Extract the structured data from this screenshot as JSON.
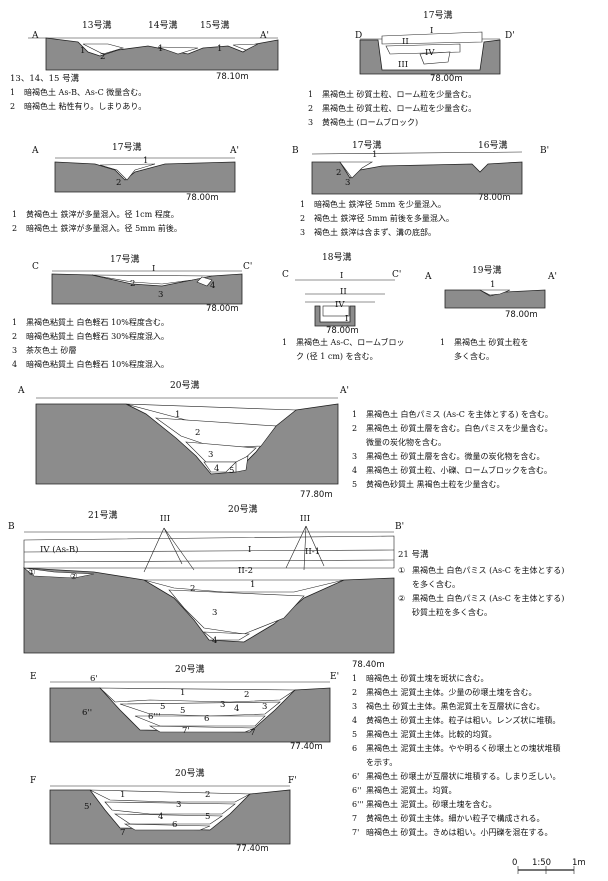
{
  "s1": {
    "labels": [
      "A",
      "13号溝",
      "14号溝",
      "15号溝",
      "A'"
    ],
    "title": "13、14、15 号溝",
    "elev": "78.10m",
    "layer_nums": [
      "1",
      "2",
      "1",
      "1"
    ],
    "legend": [
      {
        "n": "1",
        "t": "暗褐色土 As-B、As-C 微量含む。"
      },
      {
        "n": "2",
        "t": "暗褐色土 粘性有り。しまりあり。"
      }
    ]
  },
  "s2": {
    "title": "17号溝",
    "labels": [
      "D",
      "D'"
    ],
    "layer_nums": [
      "I",
      "II",
      "IV",
      "III"
    ],
    "elev": "78.00m",
    "legend": [
      {
        "n": "1",
        "t": "黒褐色土 砂質土粒、ローム粒を少量含む。"
      },
      {
        "n": "2",
        "t": "黒褐色土 砂質土粒、ローム粒を少量含む。"
      },
      {
        "n": "3",
        "t": "黄褐色土 (ロームブロック)"
      }
    ]
  },
  "s3": {
    "title": "17号溝",
    "labels": [
      "A",
      "A'"
    ],
    "layer_nums": [
      "1",
      "2"
    ],
    "elev": "78.00m",
    "legend": [
      {
        "n": "1",
        "t": "黄褐色土 鉄滓が多量混入。径 1cm 程度。"
      },
      {
        "n": "2",
        "t": "暗褐色土 鉄滓が多量混入。径 5mm 前後。"
      }
    ]
  },
  "s4": {
    "titles": [
      "17号溝",
      "16号溝"
    ],
    "labels": [
      "B",
      "B'"
    ],
    "layer_nums": [
      "1",
      "2",
      "3"
    ],
    "elev": "78.00m",
    "legend": [
      {
        "n": "1",
        "t": "暗褐色土 鉄滓径 5mm を少量混入。"
      },
      {
        "n": "2",
        "t": "褐色土 鉄滓径 5mm 前後を多量混入。"
      },
      {
        "n": "3",
        "t": "褐色土 鉄滓は含まず、溝の底部。"
      }
    ]
  },
  "s5": {
    "title": "17号溝",
    "labels": [
      "C",
      "C'"
    ],
    "layer_nums": [
      "I",
      "2",
      "3",
      "4"
    ],
    "elev": "78.00m",
    "legend": [
      {
        "n": "1",
        "t": "黒褐色粘質土 白色軽石 10%程度含む。"
      },
      {
        "n": "2",
        "t": "暗褐色粘質土 白色軽石 30%程度混入。"
      },
      {
        "n": "3",
        "t": "茶灰色土 砂層"
      },
      {
        "n": "4",
        "t": "暗褐色粘質土 白色軽石 10%程度混入。"
      }
    ]
  },
  "s6": {
    "title": "18号溝",
    "labels": [
      "C",
      "C'"
    ],
    "layer_nums": [
      "I",
      "II",
      "IV",
      "I"
    ],
    "elev": "78.00m",
    "legend": [
      {
        "n": "1",
        "t": "黒褐色土 As-C、ロームブロッ"
      },
      {
        "n": "",
        "t": "ク (径 1 cm) を含む。"
      }
    ]
  },
  "s7": {
    "title": "19号溝",
    "labels": [
      "A",
      "A'"
    ],
    "layer_nums": [
      "1"
    ],
    "elev": "78.00m",
    "legend": [
      {
        "n": "1",
        "t": "黒褐色土 砂質土粒を"
      },
      {
        "n": "",
        "t": "多く含む。"
      }
    ]
  },
  "s8": {
    "title": "20号溝",
    "labels": [
      "A",
      "A'"
    ],
    "layer_nums": [
      "1",
      "2",
      "3",
      "4",
      "5"
    ],
    "elev": "77.80m",
    "legend": [
      {
        "n": "1",
        "t": "黒褐色土 白色パミス (As-C を主体とする) を含む。"
      },
      {
        "n": "2",
        "t": "黒褐色土 砂質土層を含む。白色パミスを少量含む。"
      },
      {
        "n": "",
        "t": "微量の炭化物を含む。"
      },
      {
        "n": "3",
        "t": "黒褐色土 砂質土層を含む。微量の炭化物を含む。"
      },
      {
        "n": "4",
        "t": "黒褐色土 砂質土粒、小礫、ロームブロックを含む。"
      },
      {
        "n": "5",
        "t": "黄褐色砂質土 黒褐色土粒を少量含む。"
      }
    ]
  },
  "s9": {
    "titles": [
      "21号溝",
      "20号溝"
    ],
    "labels": [
      "B",
      "B'"
    ],
    "layer_nums": [
      "III",
      "III",
      "IV (As-B)",
      "I",
      "II-1",
      "II-2",
      "①",
      "②",
      "1",
      "2",
      "3",
      "4"
    ],
    "elev": "78.40m",
    "legend_title": "21 号溝",
    "legend": [
      {
        "n": "①",
        "t": "黒褐色土 白色パミス (As-C を主体とする)"
      },
      {
        "n": "",
        "t": "を多く含む。"
      },
      {
        "n": "②",
        "t": "黒褐色土 白色パミス (As-C を主体とする)"
      },
      {
        "n": "",
        "t": "砂質土粒を多く含む。"
      }
    ]
  },
  "s10": {
    "title": "20号溝",
    "labels": [
      "E",
      "E'"
    ],
    "layer_nums": [
      "6'",
      "1",
      "2",
      "3",
      "4",
      "5",
      "3",
      "6'''",
      "5",
      "6''",
      "6",
      "7'",
      "7"
    ],
    "elev": "77.40m",
    "legend": [
      {
        "n": "1",
        "t": "暗褐色土 砂質土塊を斑状に含む。"
      },
      {
        "n": "2",
        "t": "黒褐色土 泥質土主体。少量の砂壌土塊を含む。"
      },
      {
        "n": "3",
        "t": "褐色土 砂質土主体。黒色泥質土を互層状に含む。"
      },
      {
        "n": "4",
        "t": "黄褐色土 砂質土主体。粒子は粗い。レンズ状に堆積。"
      },
      {
        "n": "5",
        "t": "黒褐色土 泥質土主体。比較的均質。"
      },
      {
        "n": "6",
        "t": "黒褐色土 泥質土主体。やや明るく砂壌土との塊状堆積"
      },
      {
        "n": "",
        "t": "を示す。"
      },
      {
        "n": "6'",
        "t": "黒褐色土 砂壌土が互層状に堆積する。しまり乏しい。"
      },
      {
        "n": "6''",
        "t": "黒褐色土 泥質土。均質。"
      },
      {
        "n": "6'''",
        "t": "黒褐色土 泥質土。砂壌土塊を含む。"
      },
      {
        "n": "7",
        "t": "黄褐色土 砂質土主体。細かい粒子で構成される。"
      },
      {
        "n": "7'",
        "t": "暗褐色土 砂質土。きめは粗い。小円礫を混在する。"
      }
    ]
  },
  "s11": {
    "title": "20号溝",
    "labels": [
      "F",
      "F'"
    ],
    "layer_nums": [
      "1",
      "2",
      "5'",
      "3",
      "4",
      "5",
      "6",
      "7"
    ],
    "elev": "77.40m"
  },
  "scale": {
    "labels": [
      "0",
      "1:50",
      "1m"
    ]
  }
}
